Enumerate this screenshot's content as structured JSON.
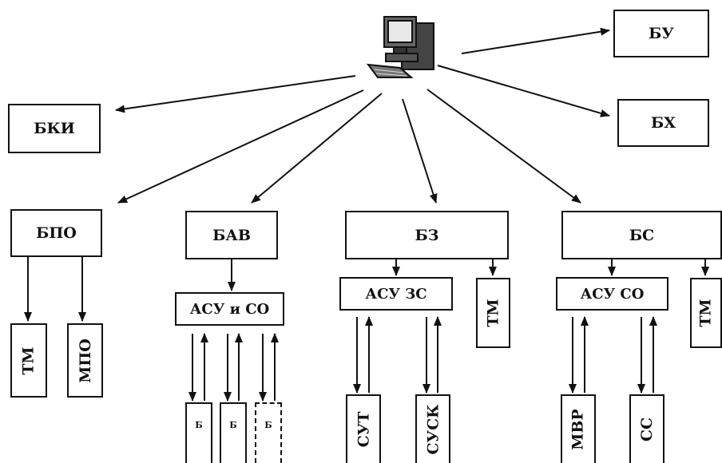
{
  "nodes": {
    "bu": "БУ",
    "bki": "БКИ",
    "bh": "БХ",
    "bpo": "БПО",
    "bav": "БАВ",
    "bz": "БЗ",
    "bs": "БС",
    "asu_i_so": "АСУ и СО",
    "asu_zs": "АСУ ЗС",
    "asu_so": "АСУ СО",
    "tm_bpo": "ТМ",
    "mpo": "МПО",
    "tm_bz": "ТМ",
    "tm_bs": "ТМ",
    "sut": "СУТ",
    "susk": "СУСК",
    "mvr": "МВР",
    "ss": "СС",
    "b1": "Б",
    "b2": "Б",
    "b3": "Б"
  }
}
